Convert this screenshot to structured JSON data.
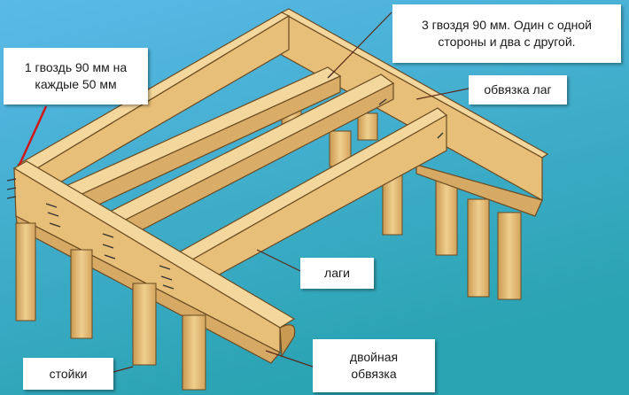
{
  "colors": {
    "background_top": "#4fb6e4",
    "background_bottom": "#2fa0b8",
    "wood_light": "#f4d79c",
    "wood_mid": "#e7bf78",
    "wood_dark": "#c99a52",
    "outline": "#6b4b22",
    "leader_line": "#5a2a1a",
    "red_pointer": "#d01818"
  },
  "labels": {
    "nails_top": "3 гвоздя 90 мм. Один с одной\nстороны и два с другой.",
    "nails_left": "1 гвоздь 90 мм на\nкаждые 50 мм",
    "joist_tie": "обвязка лаг",
    "joists": "лаги",
    "posts": "стойки",
    "double_tie": "двойная\nобвязка"
  }
}
